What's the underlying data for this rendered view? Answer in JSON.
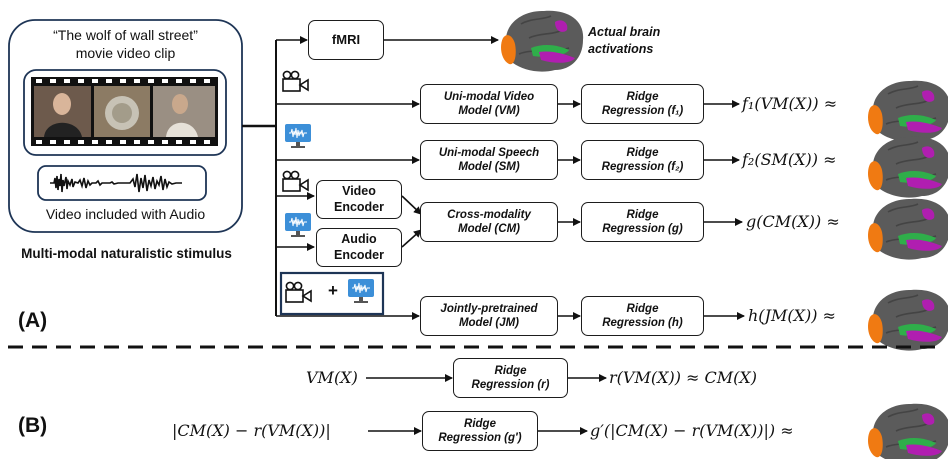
{
  "stimulus": {
    "title_quote": "“The wolf of wall street”",
    "title_sub": "movie video clip",
    "audio_caption": "Video included with Audio",
    "panel_caption": "Multi-modal naturalistic stimulus"
  },
  "panel_a": {
    "label": "(A)",
    "fmri_label": "fMRI",
    "actual_label": "Actual brain\nactivations",
    "rows": [
      {
        "model": "Uni-modal Video\nModel (VM)",
        "ridge": "Ridge\nRegression (f₁)",
        "formula": "f₁(VM(X)) ≈"
      },
      {
        "model": "Uni-modal Speech\nModel (SM)",
        "ridge": "Ridge\nRegression (f₂)",
        "formula": "f₂(SM(X)) ≈"
      },
      {
        "model": "Cross-modality\nModel (CM)",
        "ridge": "Ridge\nRegression (g)",
        "formula": "g(CM(X)) ≈"
      },
      {
        "model": "Jointly-pretrained\nModel (JM)",
        "ridge": "Ridge\nRegression (h)",
        "formula": "h(JM(X)) ≈"
      }
    ],
    "video_encoder": "Video\nEncoder",
    "audio_encoder": "Audio\nEncoder",
    "plus": "+"
  },
  "panel_b": {
    "label": "(B)",
    "row1_input": "VM(X)",
    "row1_ridge": "Ridge\nRegression (r)",
    "row1_output": "r(VM(X)) ≈ CM(X)",
    "row2_input": "|CM(X) − r(VM(X))|",
    "row2_ridge": "Ridge\nRegression (g′)",
    "row2_output": "g′(|CM(X) − r(VM(X))|) ≈"
  },
  "colors": {
    "brain_gray": "#5b5b5b",
    "brain_orange": "#f07a12",
    "brain_magenta": "#b01eb0",
    "brain_green": "#2fae4a",
    "waveform_blue": "#3c8fd8"
  }
}
